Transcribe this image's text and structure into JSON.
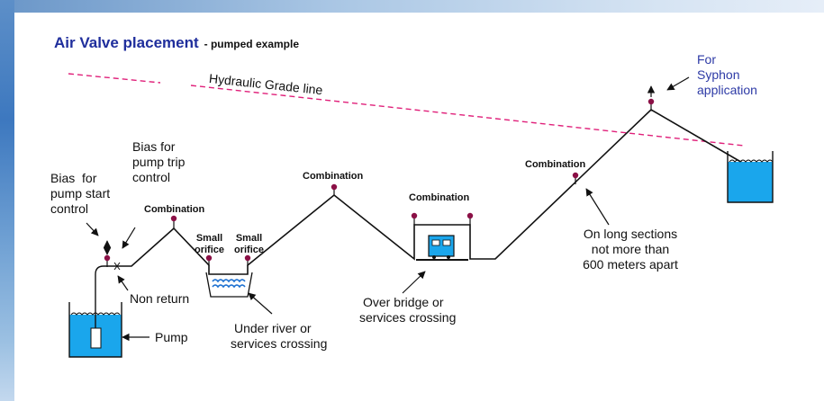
{
  "title": "Air Valve placement",
  "subtitle": "- pumped example",
  "hydraulic_label": "Hydraulic Grade line",
  "labels": {
    "syphon_1": "For",
    "syphon_2": "Syphon",
    "syphon_3": "application",
    "pump_trip_1": "Bias for",
    "pump_trip_2": "pump trip",
    "pump_trip_3": "control",
    "pump_start_1": "Bias  for",
    "pump_start_2": "pump start",
    "pump_start_3": "control",
    "combination": "Combination",
    "small_orifice_1": "Small",
    "small_orifice_2": "orifice",
    "non_return": "Non return",
    "pump": "Pump",
    "river_1": "Under river or",
    "river_2": "services crossing",
    "bridge_1": "Over bridge or",
    "bridge_2": "services crossing",
    "long_1": "On long sections",
    "long_2": "not more than",
    "long_3": "600 meters apart"
  },
  "colors": {
    "title": "#1f2e9c",
    "syphon_text": "#2d3aa6",
    "grade_line": "#e0207a",
    "valve": "#8b1046",
    "water": "#1aa6ec"
  }
}
